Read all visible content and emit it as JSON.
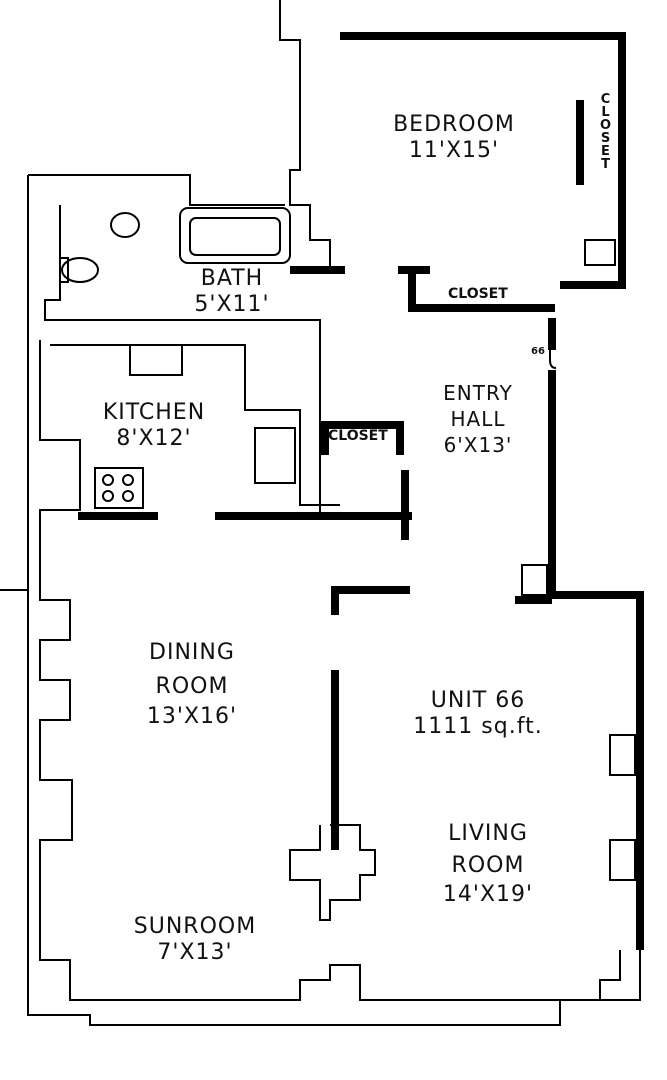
{
  "unit": {
    "name": "UNIT 66",
    "area": "1111 sq.ft.",
    "door_number": "66"
  },
  "rooms": [
    {
      "name": "BEDROOM",
      "size": "11'X15'"
    },
    {
      "name": "BATH",
      "size": "5'X11'"
    },
    {
      "name": "KITCHEN",
      "size": "8'X12'"
    },
    {
      "name": "ENTRY HALL",
      "size": "6'X13'"
    },
    {
      "name": "DINING ROOM",
      "size": "13'X16'"
    },
    {
      "name": "LIVING ROOM",
      "size": "14'X19'"
    },
    {
      "name": "SUNROOM",
      "size": "7'X13'"
    }
  ],
  "closets": [
    "CLOSET",
    "CLOSET",
    "CLOSET"
  ]
}
